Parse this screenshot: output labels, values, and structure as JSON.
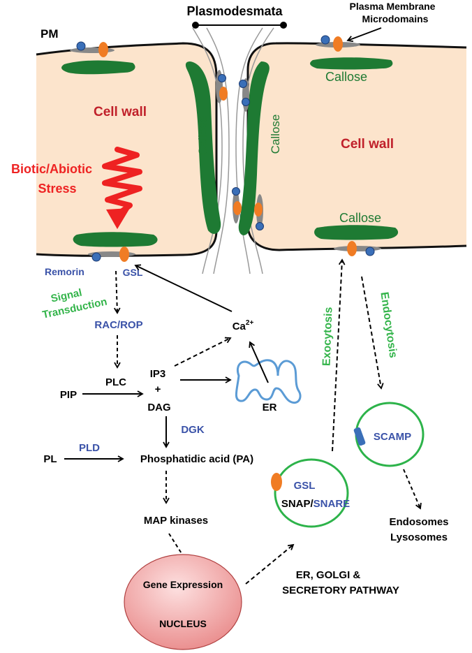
{
  "title": "Plasmodesmata",
  "labels": {
    "pm": "PM",
    "pm_microdomains_1": "Plasma Membrane",
    "pm_microdomains_2": "Microdomains",
    "cell_wall_left": "Cell wall",
    "cell_wall_right": "Cell wall",
    "callose_top_right": "Callose",
    "callose_vert_left": "Callose",
    "callose_vert_right": "Callose",
    "callose_bottom_right": "Callose",
    "stress_1": "Biotic/Abiotic",
    "stress_2": "Stress",
    "remorin": "Remorin",
    "gsl_membrane": "GSL",
    "signal_1": "Signal",
    "signal_2": "Transduction",
    "rac_rop": "RAC/ROP",
    "ca_base": "Ca",
    "ca_sup": "2+",
    "plc": "PLC",
    "pip": "PIP",
    "ip3": "IP3",
    "plus": "+",
    "dag": "DAG",
    "er": "ER",
    "dgk": "DGK",
    "pl": "PL",
    "pld": "PLD",
    "pa": "Phosphatidic acid (PA)",
    "map_kinases": "MAP kinases",
    "gene_expression": "Gene Expression",
    "nucleus": "NUCLEUS",
    "exocytosis": "Exocytosis",
    "endocytosis": "Endocytosis",
    "scamp": "SCAMP",
    "gsl_vesicle": "GSL",
    "snap": "SNAP/",
    "snare": "SNARE",
    "endosomes": "Endosomes",
    "lysosomes": "Lysosomes",
    "er_golgi_1": "ER, GOLGI &",
    "er_golgi_2": "SECRETORY PATHWAY"
  },
  "colors": {
    "cell_wall_fill": "#fce4cc",
    "callose_green": "#1e7a33",
    "dark_red_text": "#c0202a",
    "stress_red": "#ee2222",
    "blue_text": "#3a52a8",
    "green_text": "#33b44a",
    "vesicle_green": "#2db34a",
    "er_blue": "#5b9bd5",
    "protein_orange": "#f07c24",
    "protein_blue": "#3a6fb8",
    "nucleus_fill": "#f2a6a6"
  }
}
